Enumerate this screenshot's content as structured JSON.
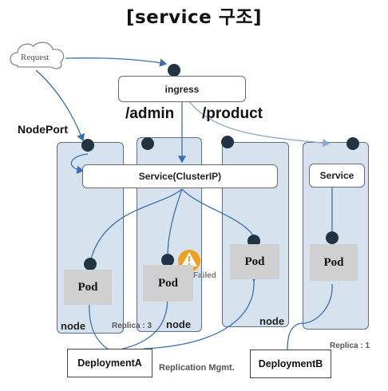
{
  "title": "[service 구조]",
  "cloud": {
    "label": "Request"
  },
  "ingress": {
    "label": "ingress"
  },
  "paths": {
    "admin": "/admin",
    "product": "/product"
  },
  "nodeport_label": "NodePort",
  "service_clusterip": {
    "label": "Service(ClusterIP)"
  },
  "service_right": {
    "label": "Service"
  },
  "nodes": [
    {
      "label": "node"
    },
    {
      "label": "node"
    },
    {
      "label": "node"
    }
  ],
  "pods": [
    {
      "label": "Pod"
    },
    {
      "label": "Pod"
    },
    {
      "label": "Pod"
    },
    {
      "label": "Pod"
    }
  ],
  "failed": {
    "label": "Failed",
    "icon": "warning-icon",
    "color": "#f0a020"
  },
  "replica_a": "Replica : 3",
  "replica_b": "Replica : 1",
  "deployment_a": {
    "label": "DeploymentA"
  },
  "deployment_b": {
    "label": "DeploymentB"
  },
  "replication_label": "Replication Mgmt.",
  "colors": {
    "line": "#3b6fb0",
    "node_fill": "#d6e3ef",
    "dot": "#223344"
  }
}
